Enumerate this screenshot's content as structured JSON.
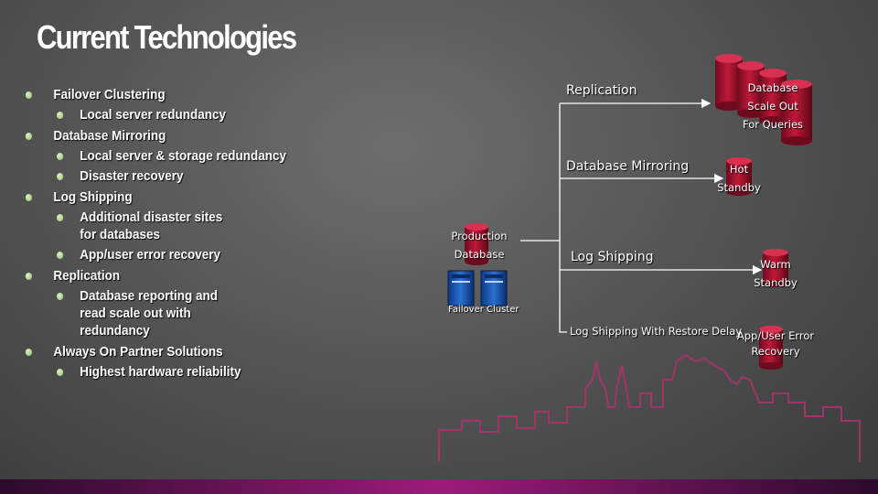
{
  "slide": {
    "title": "Current Technologies",
    "bullets": [
      {
        "level": 1,
        "text": "Failover Clustering"
      },
      {
        "level": 2,
        "text": "Local server redundancy"
      },
      {
        "level": 1,
        "text": "Database Mirroring"
      },
      {
        "level": 2,
        "text": "Local server & storage redundancy"
      },
      {
        "level": 2,
        "text": "Disaster recovery"
      },
      {
        "level": 1,
        "text": "Log Shipping"
      },
      {
        "level": 2,
        "text": "Additional disaster sites for databases"
      },
      {
        "level": 2,
        "text": "App/user error recovery"
      },
      {
        "level": 1,
        "text": "Replication"
      },
      {
        "level": 2,
        "text": "Database reporting and read scale out with redundancy"
      },
      {
        "level": 1,
        "text": "Always On Partner Solutions"
      },
      {
        "level": 2,
        "text": "Highest hardware reliability"
      }
    ]
  },
  "diagram": {
    "production": {
      "line1": "Production",
      "line2": "Database"
    },
    "cluster_label": "Failover Cluster",
    "replication": "Replication",
    "mirroring": "Database Mirroring",
    "log_shipping": "Log Shipping",
    "log_shipping_restore": "Log Shipping With Restore Delay",
    "scale_out": {
      "line1": "Database",
      "line2": "Scale Out",
      "line3": "For Queries"
    },
    "hot_standby": {
      "line1": "Hot",
      "line2": "Standby"
    },
    "warm_standby": {
      "line1": "Warm",
      "line2": "Standby"
    },
    "app_error": {
      "line1": "App/User Error",
      "line2": "Recovery"
    }
  },
  "colors": {
    "cylinder": "#a4102a",
    "bullet": "#a6d68a",
    "footer": "#9b1c7a",
    "skyline": "#b0306e"
  }
}
